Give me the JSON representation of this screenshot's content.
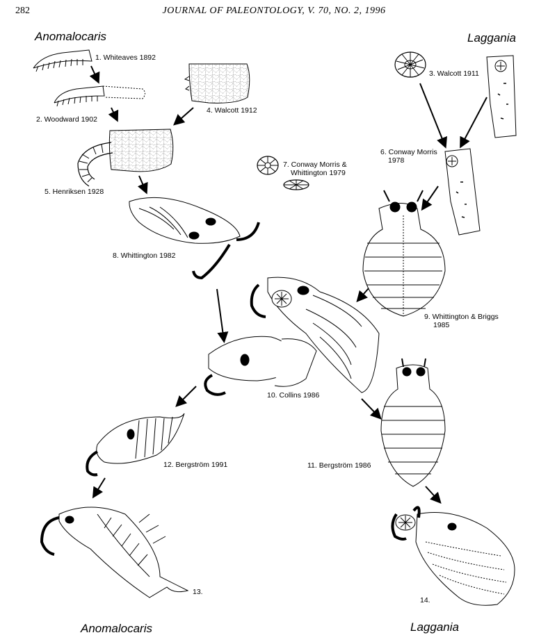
{
  "header": {
    "page_number": "282",
    "journal": "JOURNAL OF PALEONTOLOGY, V. 70, NO. 2, 1996"
  },
  "genera": {
    "top_left": "Anomalocaris",
    "top_right": "Laggania",
    "bottom_left": "Anomalocaris",
    "bottom_right": "Laggania"
  },
  "labels": {
    "l1": "1. Whiteaves 1892",
    "l2": "2. Woodward 1902",
    "l3": "3. Walcott 1911",
    "l4": "4. Walcott 1912",
    "l5": "5. Henriksen 1928",
    "l6a": "6. Conway Morris",
    "l6b": "1978",
    "l7a": "7. Conway Morris &",
    "l7b": "Whittington 1979",
    "l8": "8. Whittington 1982",
    "l9a": "9. Whittington & Briggs",
    "l9b": "1985",
    "l10": "10. Collins 1986",
    "l11": "11. Bergström 1986",
    "l12": "12. Bergström 1991",
    "l13": "13.",
    "l14": "14."
  }
}
